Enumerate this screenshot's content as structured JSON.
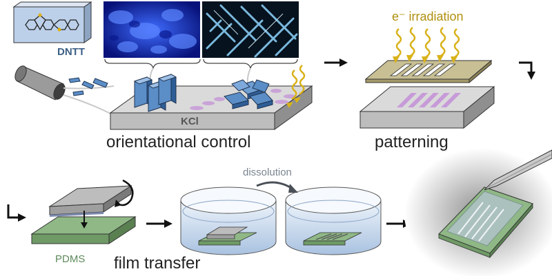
{
  "labels": {
    "dntt": "DNTT",
    "kcl": "KCl",
    "orientational_control": "orientational control",
    "irradiation": "e⁻ irradiation",
    "patterning": "patterning",
    "dissolution": "dissolution",
    "pdms": "PDMS",
    "film_transfer": "film transfer"
  },
  "colors": {
    "crystal_blue": "#5b8ec7",
    "micrograph_blue": "#1a3bd8",
    "electron_gold": "#d9b21a",
    "pattern_purple": "#c79ad8",
    "pdms_green": "#7fa477",
    "substrate_gray": "#c9c9c9"
  }
}
